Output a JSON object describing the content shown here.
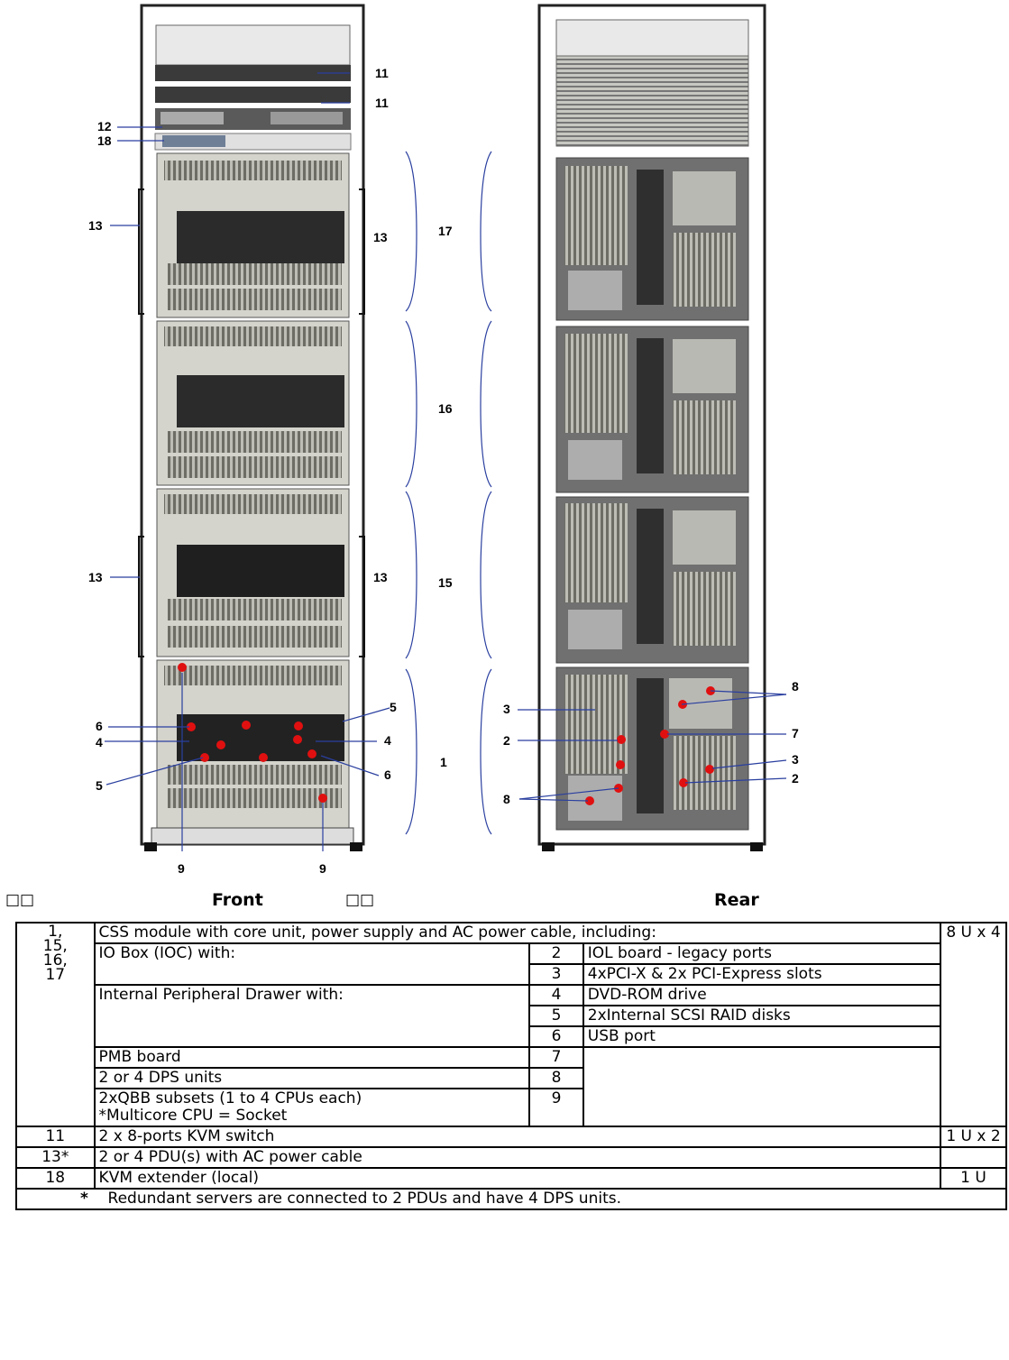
{
  "figure": {
    "front_caption": "Front",
    "rear_caption": "Rear",
    "glyphs": "□□",
    "callouts": {
      "f11a": "11",
      "f11b": "11",
      "f12": "12",
      "f18": "18",
      "f13a": "13",
      "f13b": "13",
      "f13c": "13",
      "f13d": "13",
      "f17": "17",
      "f16": "16",
      "f15": "15",
      "f1": "1",
      "f6a": "6",
      "f4a": "4",
      "f5a": "5",
      "f5b": "5",
      "f4b": "4",
      "f6b": "6",
      "f9a": "9",
      "f9b": "9",
      "r3a": "3",
      "r2a": "2",
      "r8a": "8",
      "r8b": "8",
      "r7": "7",
      "r3b": "3",
      "r2b": "2"
    }
  },
  "legend": {
    "css_ids": "1,\n15,\n16,\n17",
    "css_desc": "CSS module with core unit, power supply and AC power cable, including:",
    "css_size": "8 U x 4",
    "ioc": "IO Box (IOC) with:",
    "n2": "2",
    "d2": "IOL board - legacy ports",
    "n3": "3",
    "d3": "4xPCI-X & 2x PCI-Express slots",
    "ipd": "Internal Peripheral Drawer with:",
    "n4": "4",
    "d4": "DVD-ROM drive",
    "n5": "5",
    "d5": "2xInternal SCSI RAID disks",
    "n6": "6",
    "d6": "USB port",
    "pmb": "PMB board",
    "n7": "7",
    "dps": "2 or 4 DPS units",
    "n8": "8",
    "qbb": "2xQBB subsets (1 to 4 CPUs each)\n*Multicore CPU = Socket",
    "n9": "9",
    "kvm_id": "11",
    "kvm_desc": "2 x 8-ports KVM switch",
    "kvm_size": "1 U x 2",
    "pdu_id": "13*",
    "pdu_desc": "2 or 4 PDU(s) with AC power cable",
    "ext_id": "18",
    "ext_desc": "KVM extender (local)",
    "ext_size": "1 U",
    "note_mark": "*",
    "note": "Redundant servers are connected to 2 PDUs and have 4 DPS units."
  }
}
